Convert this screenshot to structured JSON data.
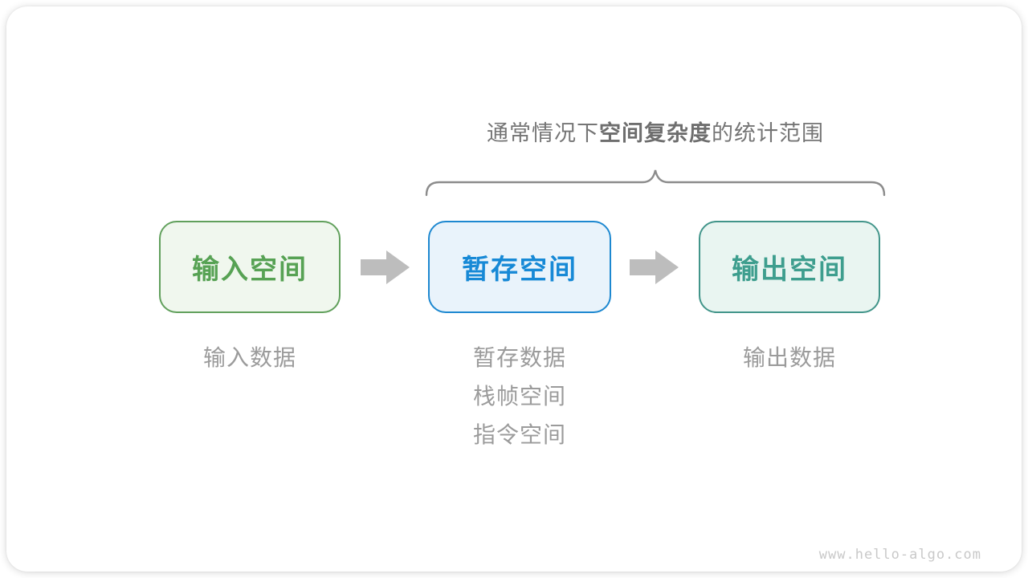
{
  "diagram": {
    "title": {
      "prefix": "通常情况下",
      "bold": "空间复杂度",
      "suffix": "的统计范围"
    },
    "boxes": [
      {
        "id": "input-space",
        "label": "输入空间",
        "border_color": "#61a05c",
        "fill_color": "#f0f7ee",
        "text_color": "#57a254"
      },
      {
        "id": "buffer-space",
        "label": "暂存空间",
        "border_color": "#1d88d0",
        "fill_color": "#e9f3fb",
        "text_color": "#1789d6"
      },
      {
        "id": "output-space",
        "label": "输出空间",
        "border_color": "#42958a",
        "fill_color": "#e9f5f1",
        "text_color": "#3e9e8e"
      }
    ],
    "sublabels": {
      "input": [
        "输入数据"
      ],
      "buffer": [
        "暂存数据",
        "栈帧空间",
        "指令空间"
      ],
      "output": [
        "输出数据"
      ]
    },
    "brace_color": "#8c8c8c",
    "arrow_color": "#bdbdbd",
    "watermark": "www.hello-algo.com"
  }
}
